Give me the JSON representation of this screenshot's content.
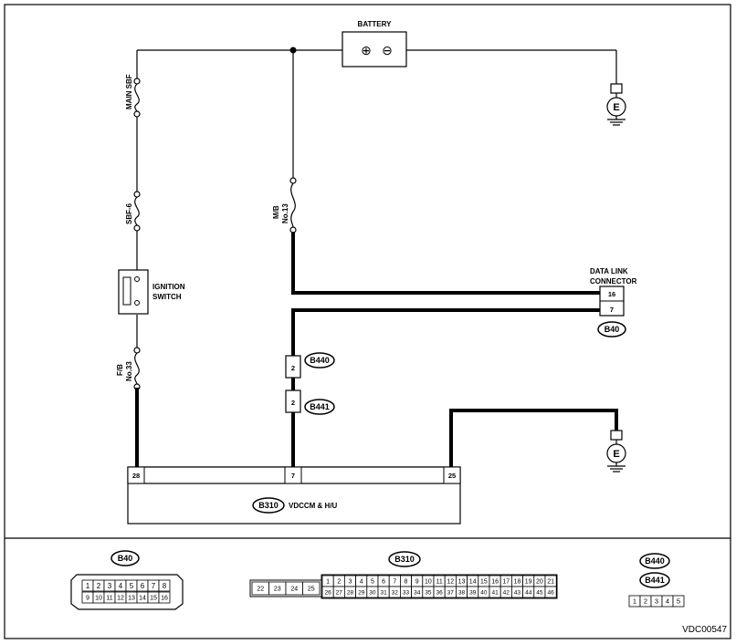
{
  "labels": {
    "battery": "BATTERY",
    "main_sbf": "MAIN SBF",
    "sbf6": "SBF-6",
    "ignition_switch_1": "IGNITION",
    "ignition_switch_2": "SWITCH",
    "fb_1": "F/B",
    "fb_2": "No.33",
    "mb_1": "M/B",
    "mb_2": "No.13",
    "dlc_1": "DATA LINK",
    "dlc_2": "CONNECTOR",
    "vdccm": "VDCCM & H/U",
    "ground_e": "E",
    "plus": "⊕",
    "minus": "⊖",
    "figure_id": "VDC00547"
  },
  "connectors": {
    "b40": "B40",
    "b440": "B440",
    "b441": "B441",
    "b310": "B310"
  },
  "pins": {
    "dlc_16": "16",
    "dlc_7": "7",
    "b440_2": "2",
    "b441_2": "2",
    "b310_28": "28",
    "b310_7": "7",
    "b310_25": "25"
  },
  "legend": {
    "b40_row1": [
      "1",
      "2",
      "3",
      "4",
      "5",
      "6",
      "7",
      "8"
    ],
    "b40_row2": [
      "9",
      "10",
      "11",
      "12",
      "13",
      "14",
      "15",
      "16"
    ],
    "b310_left": [
      "22",
      "23",
      "24",
      "25"
    ],
    "b310_row1": [
      "1",
      "2",
      "3",
      "4",
      "5",
      "6",
      "7",
      "8",
      "9",
      "10",
      "11",
      "12",
      "13",
      "14",
      "15",
      "16",
      "17",
      "18",
      "19",
      "20",
      "21"
    ],
    "b310_row2": [
      "26",
      "27",
      "28",
      "29",
      "30",
      "31",
      "32",
      "33",
      "34",
      "35",
      "36",
      "37",
      "38",
      "39",
      "40",
      "41",
      "42",
      "43",
      "44",
      "45",
      "46"
    ],
    "b440_row": [
      "1",
      "2",
      "3",
      "4",
      "5"
    ]
  }
}
